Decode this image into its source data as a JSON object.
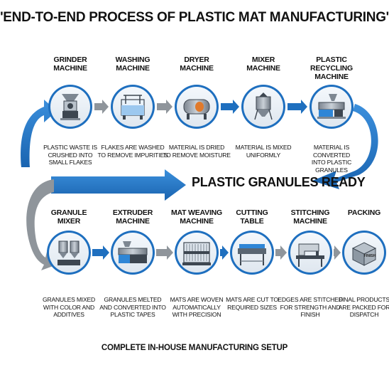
{
  "title": "'END-TO-END PROCESS OF PLASTIC MAT MANUFACTURING'",
  "row1": [
    {
      "title": "GRINDER\nMACHINE",
      "desc": "PLASTIC WASTE IS\nCRUSHED INTO\nSMALL FLAKES",
      "icon": "grinder-icon"
    },
    {
      "title": "WASHING\nMACHINE",
      "desc": "FLAKES ARE WASHED\nTO REMOVE IMPURITIES",
      "icon": "washing-tank-icon"
    },
    {
      "title": "DRYER\nMACHINE",
      "desc": "MATERIAL IS DRIED\nTO REMOVE MOISTURE",
      "icon": "dryer-drum-icon"
    },
    {
      "title": "MIXER\nMACHINE",
      "desc": "MATERIAL IS MIXED\nUNIFORMLY",
      "icon": "mixer-silo-icon"
    },
    {
      "title": "PLASTIC RECYCLING\nMACHINE",
      "desc": "MATERIAL IS CONVERTED\nINTO PLASTIC GRANULES",
      "icon": "recycling-extruder-icon"
    }
  ],
  "banner": "PLASTIC GRANULES READY",
  "row2": [
    {
      "title": "GRANULE\nMIXER",
      "desc": "GRANULES MIXED\nWITH COLOR AND\nADDITIVES",
      "icon": "granule-mixer-icon"
    },
    {
      "title": "EXTRUDER\nMACHINE",
      "desc": "GRANULES MELTED\nAND CONVERTED INTO\nPLASTIC TAPES",
      "icon": "extruder-icon"
    },
    {
      "title": "MAT WEAVING\nMACHINE",
      "desc": "MATS ARE WOVEN\nAUTOMATICALLY\nWITH PRECISION",
      "icon": "loom-icon"
    },
    {
      "title": "CUTTING\nTABLE",
      "desc": "MATS ARE CUT TO\nREQUIRED SIZES",
      "icon": "cutting-table-icon"
    },
    {
      "title": "STITCHING\nMACHINE",
      "desc": "EDGES ARE STITCHED\nFOR STRENGTH AND\nFINISH",
      "icon": "sewing-machine-icon"
    },
    {
      "title": "PACKING",
      "desc": "FINAL PRODUCTS\nARE PACKED FOR\nDISPATCH",
      "icon": "box-icon"
    }
  ],
  "box_label": "FINISH",
  "footer": "COMPLETE IN-HOUSE MANUFACTURING SETUP",
  "colors": {
    "blue": "#1e6fbf",
    "blue_light": "#2f86d6",
    "gray": "#8f959b",
    "text": "#111111"
  }
}
